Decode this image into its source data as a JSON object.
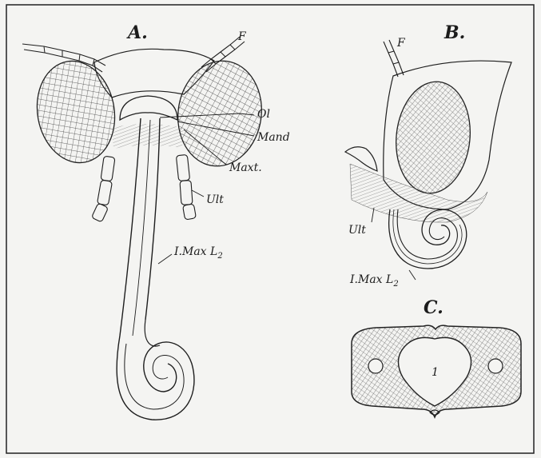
{
  "panels": {
    "A": {
      "title": "A.",
      "labels": {
        "F": "F",
        "Ol": "Ol",
        "Mand": "Mand",
        "Maxt": "Maxt.",
        "Ult": "Ult",
        "IMax_base": "I.Max L",
        "IMax_sub": "2"
      }
    },
    "B": {
      "title": "B.",
      "labels": {
        "F": "F",
        "Ult": "Ult",
        "IMax_base": "I.Max L",
        "IMax_sub": "2"
      }
    },
    "C": {
      "title": "C.",
      "labels": {
        "one": "1"
      }
    }
  },
  "colors": {
    "ink": "#1e1e1e",
    "paper": "#f4f4f2"
  }
}
